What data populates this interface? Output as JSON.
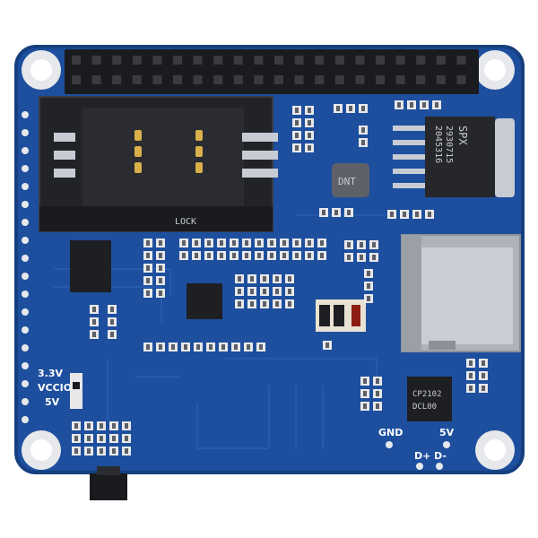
{
  "colors": {
    "pcb": "#1d4f9e",
    "pcb_dark": "#163f80",
    "trace": "#2a60b5",
    "gold": "#d9b04a",
    "silver": "#c7ccd4",
    "black": "#1a1b1f",
    "silkscreen": "#ffffff"
  },
  "silkscreen": {
    "voltage_3v3": "3.3V",
    "vccio": "VCCIO",
    "voltage_5v_left": "5V",
    "gnd": "GND",
    "voltage_5v_right": "5V",
    "d_plus": "D+",
    "d_minus": "D-"
  },
  "chip_markings": {
    "regulator_line1": "SPX",
    "regulator_line2": "2930715",
    "regulator_line3": "2045316",
    "inductor": "DNT",
    "sim_slot_lock": "LOCK",
    "usb_chip_line1": "CP2102",
    "usb_chip_line2": "DCL00"
  },
  "icons": [
    "sim-card-slot",
    "gpio-header",
    "micro-sd-slot",
    "mounting-hole",
    "voltage-regulator",
    "usb-uart-chip",
    "headphone-jack"
  ]
}
